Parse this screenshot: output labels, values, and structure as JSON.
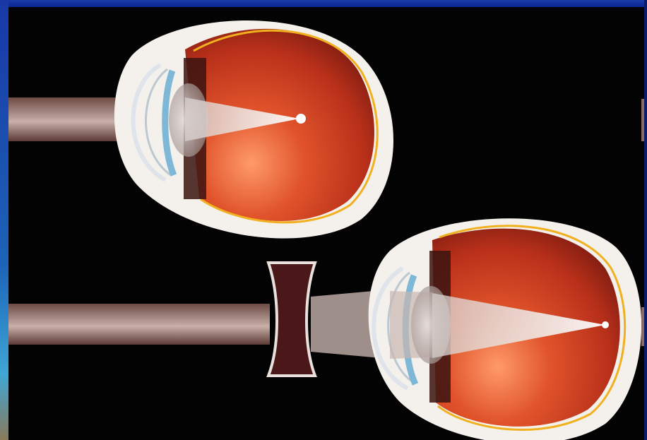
{
  "image": {
    "description_colors": {
      "frame_blue": "#1a3aa8",
      "background": "#030303",
      "eye_interior": "#c0391c",
      "sclera": "#f4f1ec",
      "lens_blue": "#7fb7d6",
      "beam": "#b8a8a0"
    },
    "icons": [
      "eye-diagram-top",
      "eye-diagram-bottom",
      "concave-lens-icon",
      "light-beam"
    ]
  }
}
